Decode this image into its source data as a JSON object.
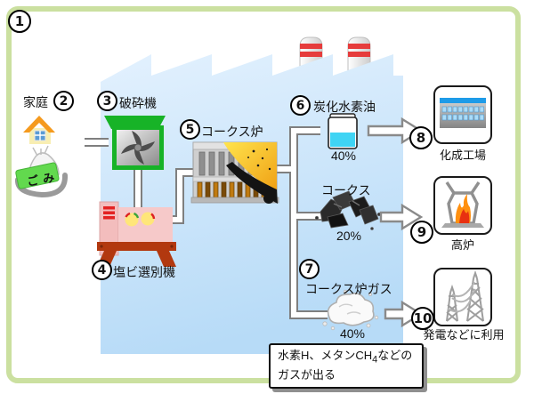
{
  "diagram": {
    "step1_num": "1",
    "household": {
      "num": "2",
      "label": "家庭",
      "garbage_label": "ごみ"
    },
    "crusher": {
      "num": "3",
      "label": "破砕機"
    },
    "pvc_sorter": {
      "num": "4",
      "label": "塩ビ選別機"
    },
    "coke_oven": {
      "num": "5",
      "label": "コークス炉"
    },
    "outputs": [
      {
        "num": "6",
        "label": "炭化水素油",
        "percent": "40%"
      },
      {
        "label": "コークス",
        "percent": "20%"
      },
      {
        "num": "7",
        "label": "コークス炉ガス",
        "percent": "40%"
      }
    ],
    "destinations": [
      {
        "num": "8",
        "label": "化成工場"
      },
      {
        "num": "9",
        "label": "高炉"
      },
      {
        "num": "10",
        "label": "発電などに利用"
      }
    ],
    "note": {
      "line1_pre": "水素H、メタンCH",
      "line1_sub": "4",
      "line1_post": "などの",
      "line2": "ガスが出る"
    }
  },
  "colors": {
    "frame_green": "#cbe0a0",
    "factory_blue": "#bdddf8",
    "crusher_green": "#17b327",
    "sorter_pink": "#f6c9c9",
    "stand_brown": "#b2380f",
    "chimney_stripe_red": "#e63c3c",
    "oil_cyan": "#3fd4f4",
    "plant_bar_blue": "#1e9be8",
    "flame_orange": "#ff9010"
  }
}
